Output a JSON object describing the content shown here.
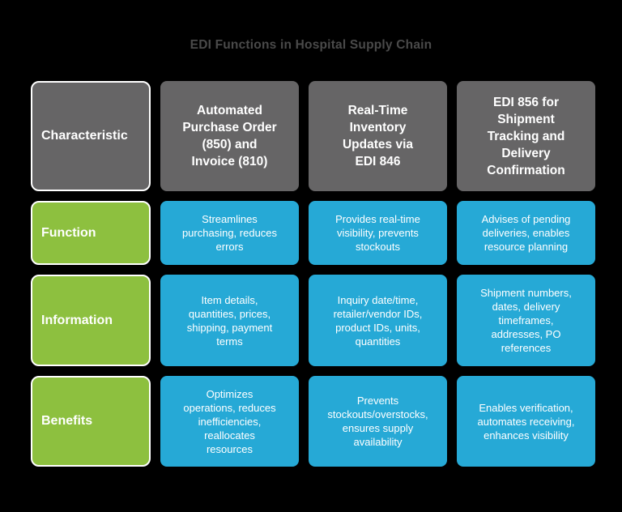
{
  "title": "EDI Functions in Hospital Supply Chain",
  "colors": {
    "background": "#000000",
    "title-text": "#4a4a4a",
    "header-gray": "#666566",
    "row-label-green": "#8dc03f",
    "cell-blue": "#26a9d6",
    "cell-text": "#ffffff",
    "label-border": "#ffffff"
  },
  "table": {
    "header_label": "Characteristic",
    "column_headers": [
      "Automated\nPurchase Order\n(850) and\nInvoice (810)",
      "Real-Time\nInventory\nUpdates via\nEDI 846",
      "EDI 856 for\nShipment\nTracking and\nDelivery\nConfirmation"
    ],
    "rows": [
      {
        "label": "Function",
        "cells": [
          "Streamlines\npurchasing, reduces\nerrors",
          "Provides real-time\nvisibility, prevents\nstockouts",
          "Advises of pending\ndeliveries, enables\nresource planning"
        ]
      },
      {
        "label": "Information",
        "cells": [
          "Item details,\nquantities, prices,\nshipping, payment\nterms",
          "Inquiry date/time,\nretailer/vendor IDs,\nproduct IDs, units,\nquantities",
          "Shipment numbers,\ndates, delivery\ntimeframes,\naddresses, PO\nreferences"
        ]
      },
      {
        "label": "Benefits",
        "cells": [
          "Optimizes\noperations, reduces\ninefficiencies,\nreallocates\nresources",
          "Prevents\nstockouts/overstocks,\nensures supply\navailability",
          "Enables verification,\nautomates receiving,\nenhances visibility"
        ]
      }
    ]
  }
}
